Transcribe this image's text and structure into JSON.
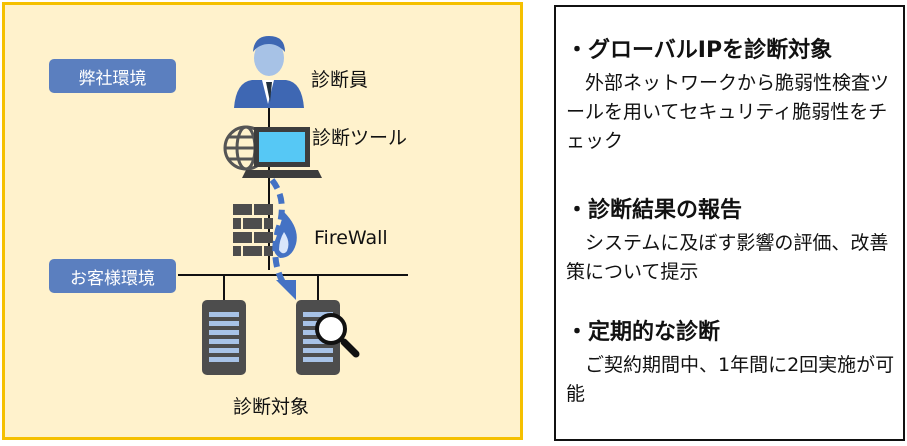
{
  "diagram": {
    "our_env_label": "弊社環境",
    "customer_env_label": "お客様環境",
    "diagnostician_label": "診断員",
    "tool_label": "診断ツール",
    "firewall_label": "FireWall",
    "target_label": "診断対象",
    "colors": {
      "panel_bg": "#fff2cc",
      "panel_border": "#f5c000",
      "badge": "#5b7fbf",
      "icon_gray": "#4d4d4d",
      "accent_blue": "#4472c4"
    }
  },
  "notes": [
    {
      "title": "・グローバルIPを診断対象",
      "body": "　外部ネットワークから脆弱性検査ツールを用いてセキュリティ脆弱性をチェック"
    },
    {
      "title": "・診断結果の報告",
      "body": "　システムに及ぼす影響の評価、改善策について提示"
    },
    {
      "title": "・定期的な診断",
      "body": "　ご契約期間中、1年間に2回実施が可能"
    }
  ]
}
